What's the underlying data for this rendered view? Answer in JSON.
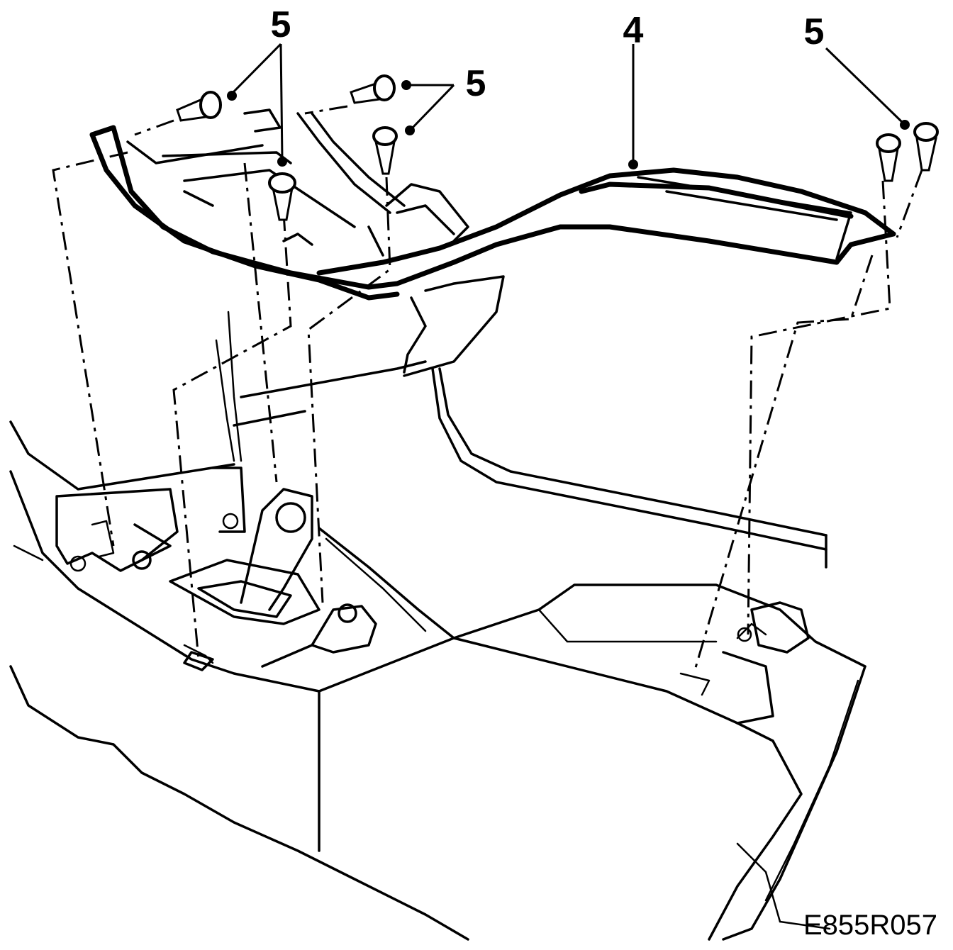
{
  "diagram": {
    "callouts": [
      {
        "id": "top-left",
        "label": "5"
      },
      {
        "id": "top-center",
        "label": "4"
      },
      {
        "id": "middle",
        "label": "5"
      },
      {
        "id": "top-right",
        "label": "5"
      }
    ],
    "reference_code": "E855R057"
  },
  "colors": {
    "line": "#000000",
    "background": "#ffffff"
  }
}
